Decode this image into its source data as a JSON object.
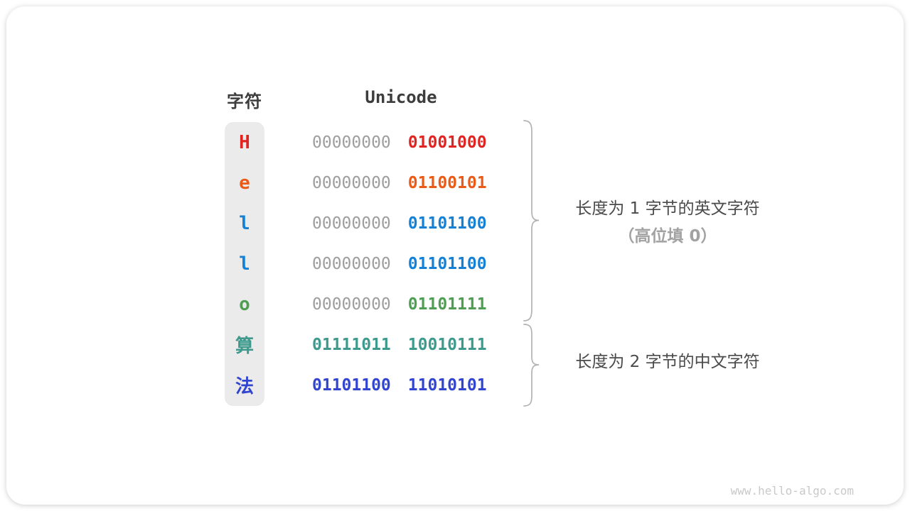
{
  "table": {
    "char_header": "字符",
    "unicode_header": "Unicode",
    "rows": [
      {
        "char": "H",
        "byte1": "00000000",
        "byte2": "01001000",
        "char_color": "#e02422",
        "byte1_color": "#9e9e9e",
        "byte2_color": "#e02422",
        "byte1_bold": false
      },
      {
        "char": "e",
        "byte1": "00000000",
        "byte2": "01100101",
        "char_color": "#ea5b17",
        "byte1_color": "#9e9e9e",
        "byte2_color": "#ea5b17",
        "byte1_bold": false
      },
      {
        "char": "l",
        "byte1": "00000000",
        "byte2": "01101100",
        "char_color": "#1581d6",
        "byte1_color": "#9e9e9e",
        "byte2_color": "#1581d6",
        "byte1_bold": false
      },
      {
        "char": "l",
        "byte1": "00000000",
        "byte2": "01101100",
        "char_color": "#1581d6",
        "byte1_color": "#9e9e9e",
        "byte2_color": "#1581d6",
        "byte1_bold": false
      },
      {
        "char": "o",
        "byte1": "00000000",
        "byte2": "01101111",
        "char_color": "#4f9e54",
        "byte1_color": "#9e9e9e",
        "byte2_color": "#4f9e54",
        "byte1_bold": false
      },
      {
        "char": "算",
        "byte1": "01111011",
        "byte2": "10010111",
        "char_color": "#3d9a8c",
        "byte1_color": "#3d9a8c",
        "byte2_color": "#3d9a8c",
        "byte1_bold": true
      },
      {
        "char": "法",
        "byte1": "01101100",
        "byte2": "11010101",
        "char_color": "#3245d0",
        "byte1_color": "#3245d0",
        "byte2_color": "#3245d0",
        "byte1_bold": true
      }
    ]
  },
  "annotations": {
    "group1": {
      "line1": "长度为 1 字节的英文字符",
      "line2": "（高位填 0）"
    },
    "group2": {
      "line1": "长度为 2 字节的中文字符"
    }
  },
  "colors": {
    "zero_padding_gray": "#9e9e9e",
    "header_text": "#3d3d3d",
    "annotation_text": "#4a4a4a",
    "annotation_secondary": "#a2a2a2",
    "brace_stroke": "#b2b2b2",
    "char_column_bg": "#ebebeb"
  },
  "watermark": "www.hello-algo.com"
}
